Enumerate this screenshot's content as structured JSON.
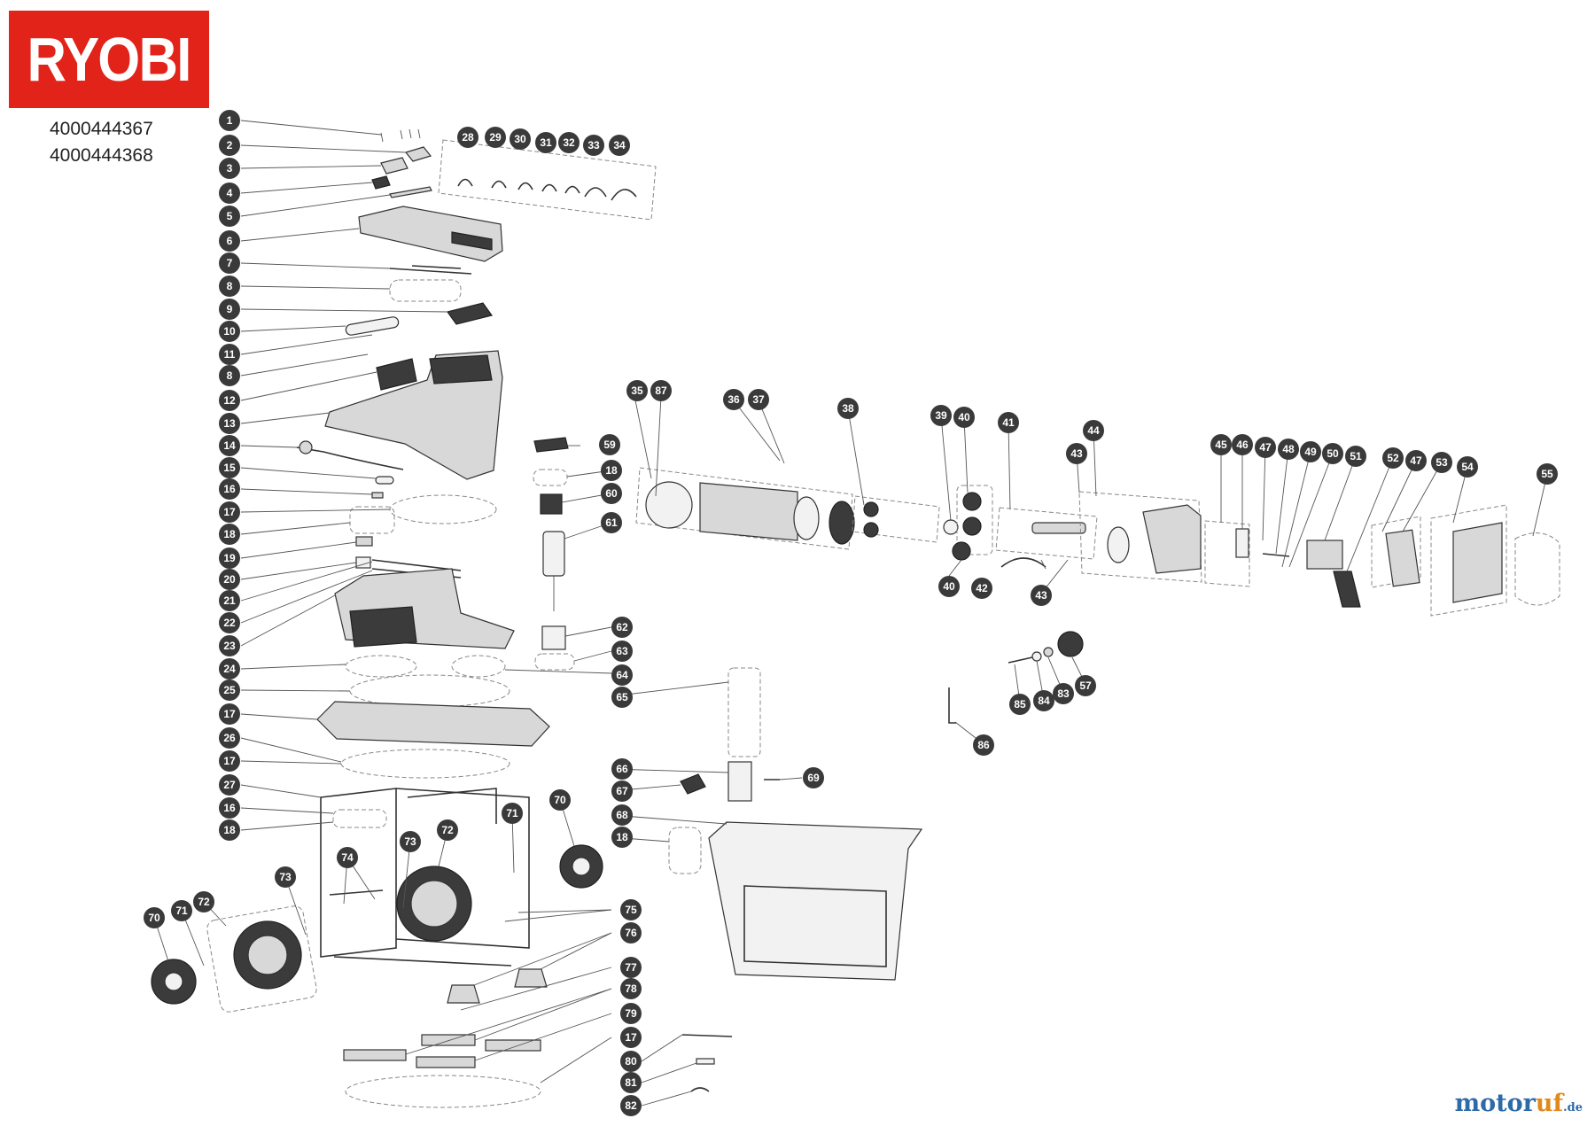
{
  "brand": {
    "logo_text": "RYOBI",
    "logo_color": "#e2231a"
  },
  "models": [
    "4000444367",
    "4000444368"
  ],
  "watermark": {
    "text_a": "motor",
    "text_b": "uf",
    "text_c": ".de"
  },
  "colors": {
    "callout": "#3a3a3a",
    "leader": "#555555",
    "part_dark": "#3b3b3b"
  },
  "callouts": [
    {
      "id": "c1",
      "label": "1"
    },
    {
      "id": "c2",
      "label": "2"
    },
    {
      "id": "c3",
      "label": "3"
    },
    {
      "id": "c4",
      "label": "4"
    },
    {
      "id": "c5",
      "label": "5"
    },
    {
      "id": "c6",
      "label": "6"
    },
    {
      "id": "c7",
      "label": "7"
    },
    {
      "id": "c8a",
      "label": "8"
    },
    {
      "id": "c9",
      "label": "9"
    },
    {
      "id": "c10",
      "label": "10"
    },
    {
      "id": "c11",
      "label": "11"
    },
    {
      "id": "c8b",
      "label": "8"
    },
    {
      "id": "c12",
      "label": "12"
    },
    {
      "id": "c13",
      "label": "13"
    },
    {
      "id": "c14",
      "label": "14"
    },
    {
      "id": "c15",
      "label": "15"
    },
    {
      "id": "c16a",
      "label": "16"
    },
    {
      "id": "c17a",
      "label": "17"
    },
    {
      "id": "c18a",
      "label": "18"
    },
    {
      "id": "c19",
      "label": "19"
    },
    {
      "id": "c20",
      "label": "20"
    },
    {
      "id": "c21",
      "label": "21"
    },
    {
      "id": "c22",
      "label": "22"
    },
    {
      "id": "c23",
      "label": "23"
    },
    {
      "id": "c24",
      "label": "24"
    },
    {
      "id": "c25",
      "label": "25"
    },
    {
      "id": "c17b",
      "label": "17"
    },
    {
      "id": "c26",
      "label": "26"
    },
    {
      "id": "c17c",
      "label": "17"
    },
    {
      "id": "c27",
      "label": "27"
    },
    {
      "id": "c16b",
      "label": "16"
    },
    {
      "id": "c18b",
      "label": "18"
    },
    {
      "id": "c28",
      "label": "28"
    },
    {
      "id": "c29",
      "label": "29"
    },
    {
      "id": "c30",
      "label": "30"
    },
    {
      "id": "c31",
      "label": "31"
    },
    {
      "id": "c32",
      "label": "32"
    },
    {
      "id": "c33",
      "label": "33"
    },
    {
      "id": "c34",
      "label": "34"
    },
    {
      "id": "c35",
      "label": "35"
    },
    {
      "id": "c87",
      "label": "87"
    },
    {
      "id": "c36",
      "label": "36"
    },
    {
      "id": "c37",
      "label": "37"
    },
    {
      "id": "c38",
      "label": "38"
    },
    {
      "id": "c39",
      "label": "39"
    },
    {
      "id": "c40a",
      "label": "40"
    },
    {
      "id": "c40b",
      "label": "40"
    },
    {
      "id": "c41",
      "label": "41"
    },
    {
      "id": "c42",
      "label": "42"
    },
    {
      "id": "c43a",
      "label": "43"
    },
    {
      "id": "c43b",
      "label": "43"
    },
    {
      "id": "c44",
      "label": "44"
    },
    {
      "id": "c45",
      "label": "45"
    },
    {
      "id": "c46",
      "label": "46"
    },
    {
      "id": "c47a",
      "label": "47"
    },
    {
      "id": "c48",
      "label": "48"
    },
    {
      "id": "c49",
      "label": "49"
    },
    {
      "id": "c50",
      "label": "50"
    },
    {
      "id": "c51",
      "label": "51"
    },
    {
      "id": "c52",
      "label": "52"
    },
    {
      "id": "c47b",
      "label": "47"
    },
    {
      "id": "c53",
      "label": "53"
    },
    {
      "id": "c54",
      "label": "54"
    },
    {
      "id": "c55",
      "label": "55"
    },
    {
      "id": "c57",
      "label": "57"
    },
    {
      "id": "c83",
      "label": "83"
    },
    {
      "id": "c84",
      "label": "84"
    },
    {
      "id": "c85",
      "label": "85"
    },
    {
      "id": "c86",
      "label": "86"
    },
    {
      "id": "c59",
      "label": "59"
    },
    {
      "id": "c18c",
      "label": "18"
    },
    {
      "id": "c60",
      "label": "60"
    },
    {
      "id": "c61",
      "label": "61"
    },
    {
      "id": "c62",
      "label": "62"
    },
    {
      "id": "c63",
      "label": "63"
    },
    {
      "id": "c64",
      "label": "64"
    },
    {
      "id": "c65",
      "label": "65"
    },
    {
      "id": "c66",
      "label": "66"
    },
    {
      "id": "c67",
      "label": "67"
    },
    {
      "id": "c69",
      "label": "69"
    },
    {
      "id": "c68",
      "label": "68"
    },
    {
      "id": "c18d",
      "label": "18"
    },
    {
      "id": "c70a",
      "label": "70"
    },
    {
      "id": "c71a",
      "label": "71"
    },
    {
      "id": "c72a",
      "label": "72"
    },
    {
      "id": "c73a",
      "label": "73"
    },
    {
      "id": "c74",
      "label": "74"
    },
    {
      "id": "c73b",
      "label": "73"
    },
    {
      "id": "c72b",
      "label": "72"
    },
    {
      "id": "c71b",
      "label": "71"
    },
    {
      "id": "c70b",
      "label": "70"
    },
    {
      "id": "c75",
      "label": "75"
    },
    {
      "id": "c76",
      "label": "76"
    },
    {
      "id": "c77",
      "label": "77"
    },
    {
      "id": "c78",
      "label": "78"
    },
    {
      "id": "c79",
      "label": "79"
    },
    {
      "id": "c17d",
      "label": "17"
    },
    {
      "id": "c80",
      "label": "80"
    },
    {
      "id": "c81",
      "label": "81"
    },
    {
      "id": "c82",
      "label": "82"
    }
  ]
}
